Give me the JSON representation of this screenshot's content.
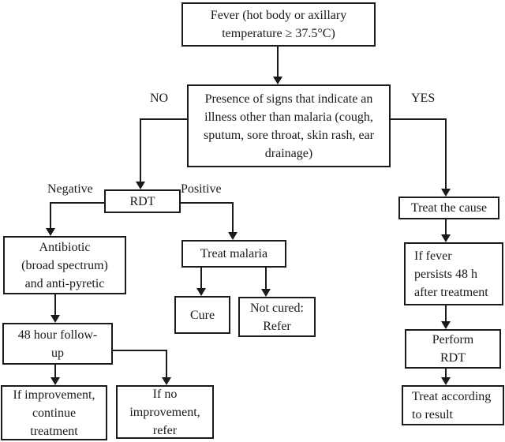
{
  "flowchart": {
    "description": "Fever and malaria RDT decision flowchart",
    "colors": {
      "line": "#1a1a1a",
      "background": "#ffffff",
      "text": "#1a1a1a"
    },
    "nodes": {
      "fever": "Fever (hot body or axillary\ntemperature ≥ 37.5°C)",
      "signs": "Presence of signs that indicate an\nillness other than malaria (cough,\nsputum, sore throat, skin rash, ear\ndrainage)",
      "rdt": "RDT",
      "antibiotic": "Antibiotic\n(broad spectrum)\nand anti-pyretic",
      "followup": "48 hour follow-\nup",
      "improvement": "If improvement,\ncontinue\ntreatment",
      "no_improvement": "If no\nimprovement,\nrefer",
      "treat_malaria": "Treat malaria",
      "cure": "Cure",
      "not_cured": "Not cured:\nRefer",
      "treat_cause": "Treat the cause",
      "fever_persists": "If fever\npersists 48 h\nafter treatment",
      "perform_rdt": "Perform\nRDT",
      "treat_result": "Treat according\nto result"
    },
    "branch_labels": {
      "no": "NO",
      "yes": "YES",
      "negative": "Negative",
      "positive": "Positive"
    }
  }
}
